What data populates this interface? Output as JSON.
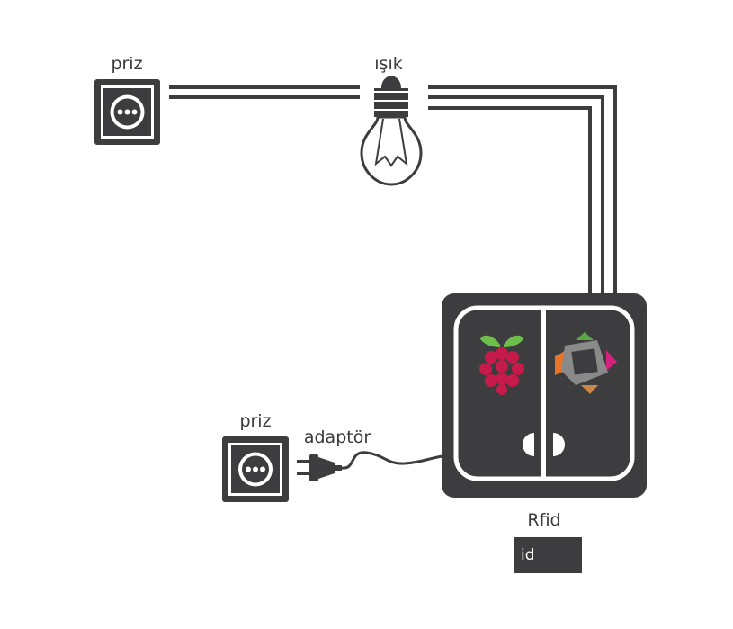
{
  "labels": {
    "outlet_top": "priz",
    "light": "ışık",
    "outlet_bottom": "priz",
    "adapter": "adaptör",
    "rfid": "Rfid",
    "rfid_id": "id"
  },
  "colors": {
    "device": "#3d3d3f",
    "wire": "#3d3d3f",
    "panel_border": "#ffffff",
    "raspberry_red": "#c51a4a",
    "raspberry_leaf": "#6cc04a",
    "logo_gray": "#8a8a8a",
    "logo_green": "#5aa745",
    "logo_orange": "#e8742a",
    "logo_pink": "#d6217f",
    "logo_tan": "#c9884a"
  },
  "icons": {
    "outlet": "power-outlet-icon",
    "light": "light-bulb-icon",
    "plug": "power-plug-icon",
    "pi": "raspberry-pi-logo-icon",
    "nfc": "arduino-nfc-logo-icon",
    "rfid_reader": "rfid-reader-icon"
  }
}
